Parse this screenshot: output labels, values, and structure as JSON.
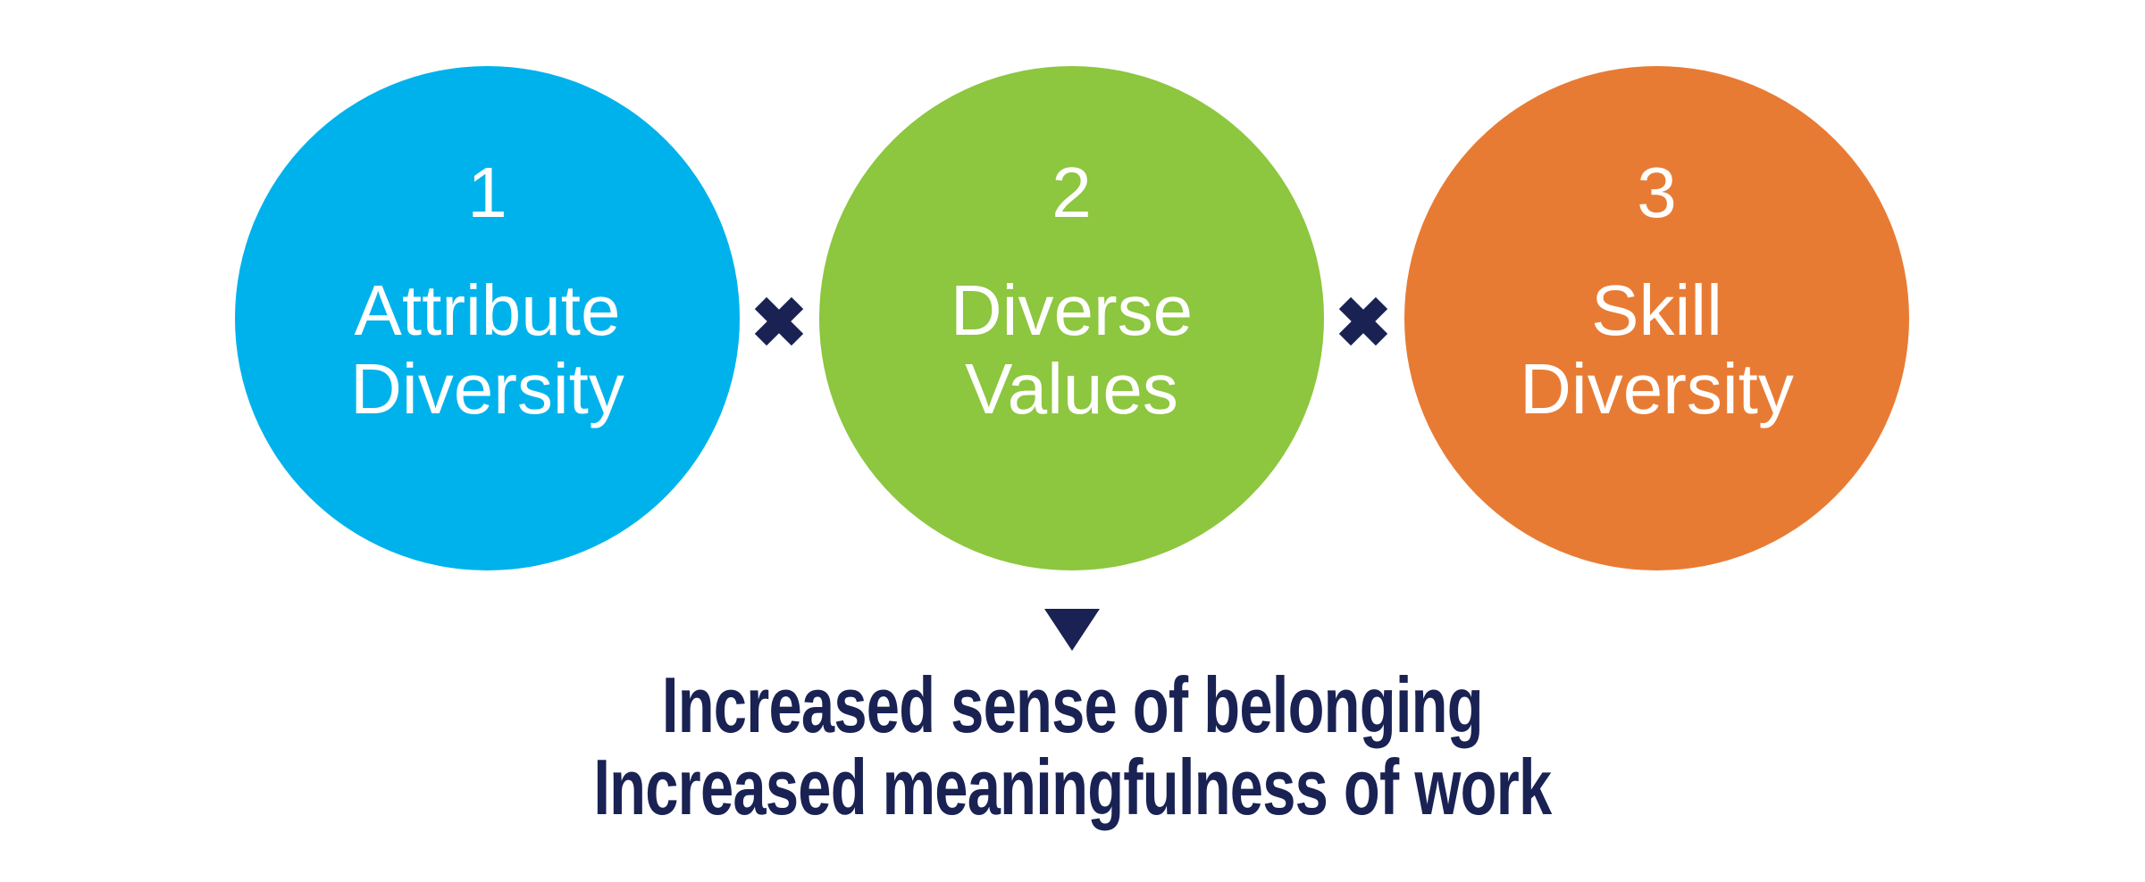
{
  "diagram": {
    "background_color": "#ffffff",
    "text_color_in_circles": "#ffffff",
    "accent_navy": "#192253",
    "circles": [
      {
        "number": "1",
        "label": "Attribute\nDiversity",
        "color": "#00B2EB",
        "color_name": "blue"
      },
      {
        "number": "2",
        "label": "Diverse\nValues",
        "color": "#8DC63F",
        "color_name": "green"
      },
      {
        "number": "3",
        "label": "Skill\nDiversity",
        "color": "#E87B33",
        "color_name": "orange"
      }
    ],
    "operators": {
      "symbol_name": "heavy-multiplication-x",
      "color": "#192253"
    },
    "arrow": {
      "shape_name": "triangle-down",
      "color": "#192253"
    },
    "outcome": {
      "line1": "Increased sense of belonging",
      "line2": "Increased meaningfulness of work",
      "color": "#192253"
    }
  }
}
